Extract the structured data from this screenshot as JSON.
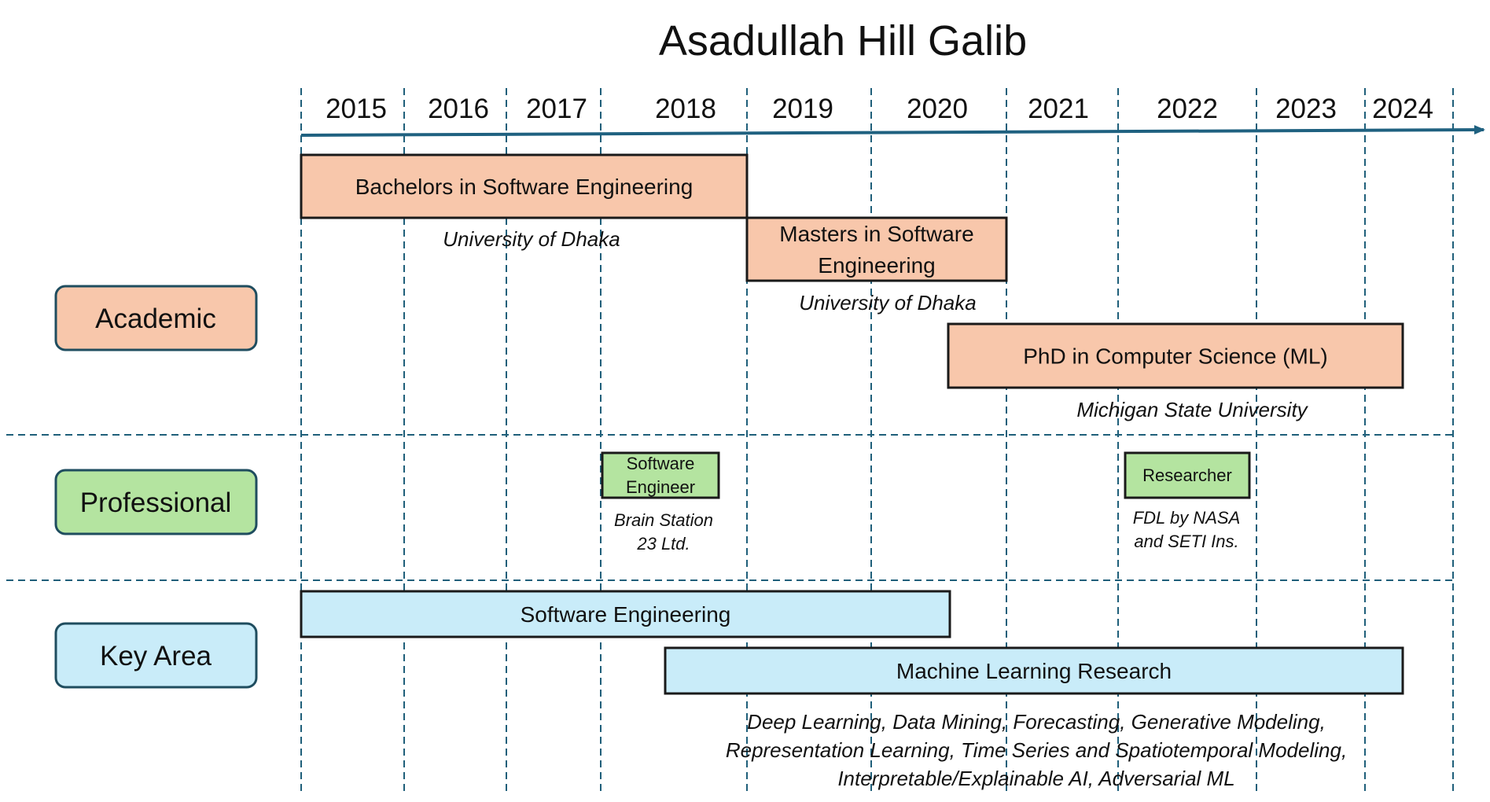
{
  "title": "Asadullah Hill Galib",
  "years": [
    "2015",
    "2016",
    "2017",
    "2018",
    "2019",
    "2020",
    "2021",
    "2022",
    "2023",
    "2024"
  ],
  "categories": {
    "academic": "Academic",
    "professional": "Professional",
    "key_area": "Key Area"
  },
  "academic": [
    {
      "label": [
        "Bachelors in Software Engineering"
      ],
      "institution": [
        "University of Dhaka"
      ]
    },
    {
      "label": [
        "Masters in Software",
        "Engineering"
      ],
      "institution": [
        "University of Dhaka"
      ]
    },
    {
      "label": [
        "PhD in Computer Science (ML)"
      ],
      "institution": [
        "Michigan State University"
      ]
    }
  ],
  "professional": [
    {
      "label": [
        "Software",
        "Engineer"
      ],
      "organization": [
        "Brain Station",
        "23 Ltd."
      ]
    },
    {
      "label": [
        "Researcher"
      ],
      "organization": [
        "FDL by NASA",
        "and SETI Ins."
      ]
    }
  ],
  "key_areas": [
    {
      "label": [
        "Software Engineering"
      ]
    },
    {
      "label": [
        "Machine Learning Research"
      ],
      "details": [
        "Deep Learning, Data Mining, Forecasting, Generative Modeling,",
        "Representation Learning, Time Series and Spatiotemporal  Modeling,",
        "Interpretable/Explainable AI, Adversarial ML"
      ]
    }
  ],
  "colors": {
    "academic_fill": "#f8c7ab",
    "professional_fill": "#b4e4a0",
    "key_area_fill": "#c9ecf9",
    "grid_line": "#1f5f7a",
    "axis_arrow": "#1f6180",
    "box_stroke": "#1a1a1a",
    "label_stroke": "#1f4d5f"
  }
}
